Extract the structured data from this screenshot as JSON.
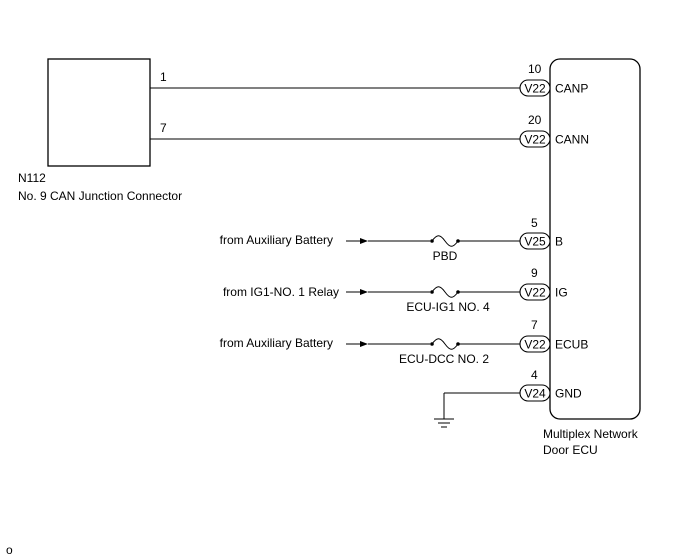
{
  "junction_connector": {
    "code": "N112",
    "name": "No. 9 CAN Junction Connector",
    "pins": [
      "1",
      "7"
    ]
  },
  "ecu": {
    "name_line1": "Multiplex Network",
    "name_line2": "Door ECU",
    "terminals": [
      {
        "pin": "10",
        "connector": "V22",
        "signal": "CANP"
      },
      {
        "pin": "20",
        "connector": "V22",
        "signal": "CANN"
      },
      {
        "pin": "5",
        "connector": "V25",
        "signal": "B"
      },
      {
        "pin": "9",
        "connector": "V22",
        "signal": "IG"
      },
      {
        "pin": "7",
        "connector": "V22",
        "signal": "ECUB"
      },
      {
        "pin": "4",
        "connector": "V24",
        "signal": "GND"
      }
    ]
  },
  "power_inputs": [
    {
      "source": "from Auxiliary Battery",
      "fuse": "PBD"
    },
    {
      "source": "from IG1-NO. 1 Relay",
      "fuse": "ECU-IG1 NO. 4"
    },
    {
      "source": "from Auxiliary Battery",
      "fuse": "ECU-DCC NO. 2"
    }
  ],
  "footer_mark": "o"
}
